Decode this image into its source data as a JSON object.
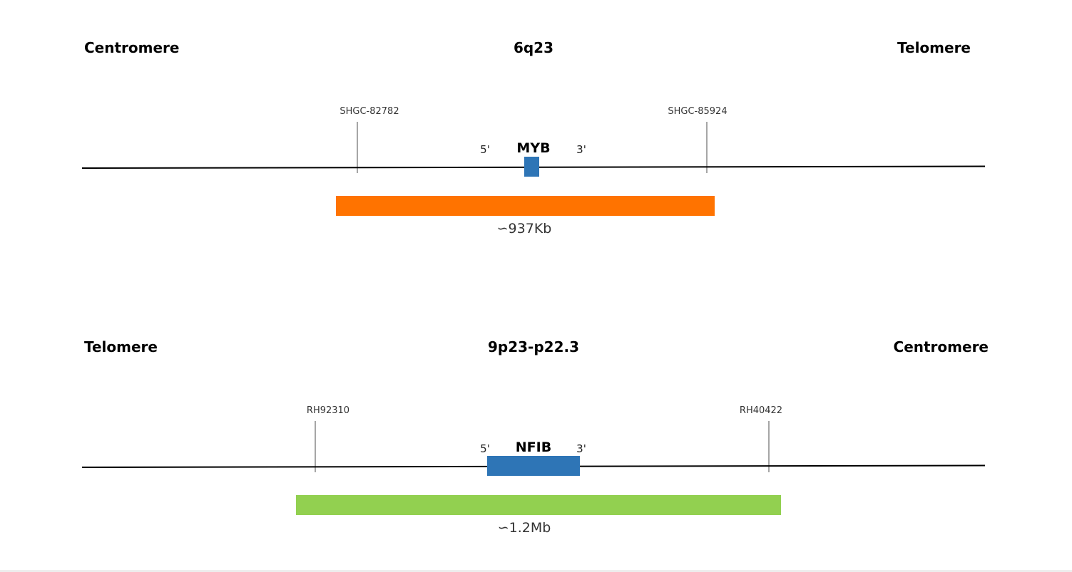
{
  "panels": [
    {
      "left_end": "Centromere",
      "region": "6q23",
      "right_end": "Telomere",
      "marker_left": "SHGC-82782",
      "marker_right": "SHGC-85924",
      "five_prime": "5'",
      "gene": "MYB",
      "three_prime": "3'",
      "span_label": "∽937Kb",
      "colors": {
        "gene": "#2e75b6",
        "span": "#ff7300"
      }
    },
    {
      "left_end": "Telomere",
      "region": "9p23-p22.3",
      "right_end": "Centromere",
      "marker_left": "RH92310",
      "marker_right": "RH40422",
      "five_prime": "5'",
      "gene": "NFIB",
      "three_prime": "3'",
      "span_label": "∽1.2Mb",
      "colors": {
        "gene": "#2e75b6",
        "span": "#92d050"
      }
    }
  ]
}
